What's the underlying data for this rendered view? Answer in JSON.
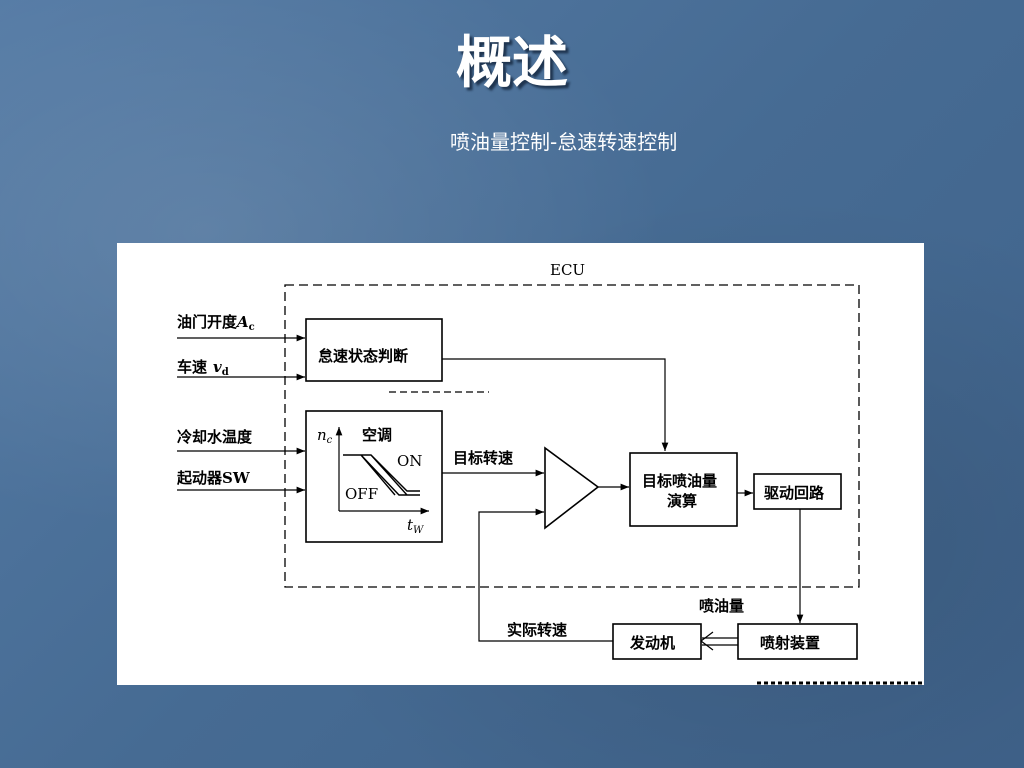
{
  "slide": {
    "title": "概述",
    "subtitle": "喷油量控制-怠速转速控制"
  },
  "diagram": {
    "ecu_label": "ECU",
    "inputs": {
      "throttle": "油门开度",
      "throttle_sym": "A",
      "throttle_sub": "c",
      "speed": "车速",
      "speed_sym": "v",
      "speed_sub": "d",
      "coolant": "冷却水温度",
      "starter": "起动器SW"
    },
    "blocks": {
      "idle_judge": "怠速状态判断",
      "target_fuel_line1": "目标喷油量",
      "target_fuel_line2": "演算",
      "drive_circuit": "驱动回路",
      "injector": "喷射装置",
      "engine": "发动机"
    },
    "inner_plot": {
      "y_sym": "n",
      "y_sub": "c",
      "ac_label": "空调",
      "on_label": "ON",
      "off_label": "OFF",
      "x_sym": "t",
      "x_sub": "W"
    },
    "signals": {
      "target_speed": "目标转速",
      "actual_speed": "实际转速",
      "fuel_amount": "喷油量"
    }
  }
}
